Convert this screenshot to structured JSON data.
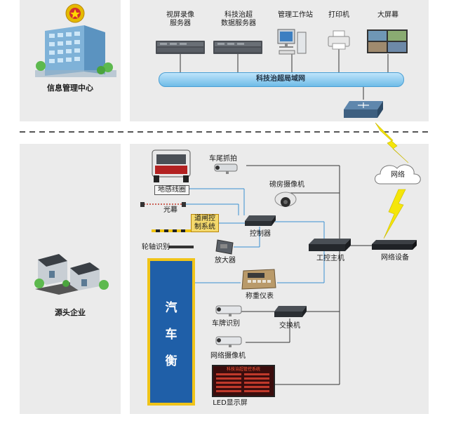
{
  "top": {
    "center_label": "信息管理中心",
    "servers": [
      {
        "label": "视屏录像\n服务器"
      },
      {
        "label": "科技治超\n数据服务器"
      }
    ],
    "workstation": "管理工作站",
    "printer": "打印机",
    "big_screen": "大屏幕",
    "lan": "科技治超局域网"
  },
  "network": "网络",
  "bottom": {
    "enterprise": "源头企业",
    "truck_capture": "车尾抓拍",
    "loop": "地感线圈",
    "light_curtain": "光幕",
    "room_camera": "磅房摄像机",
    "barrier": "道闸控\n制系统",
    "controller": "控制器",
    "axle": "轮轴识别",
    "amplifier": "放大器",
    "ipc": "工控主机",
    "net_device": "网络设备",
    "scale_chars": [
      "汽",
      "车",
      "衡"
    ],
    "weigh_meter": "称重仪表",
    "plate": "车牌识别",
    "switch": "交换机",
    "net_camera": "网络摄像机",
    "led": "LED显示屏",
    "led_screen_title": "科技治超管控系统"
  }
}
